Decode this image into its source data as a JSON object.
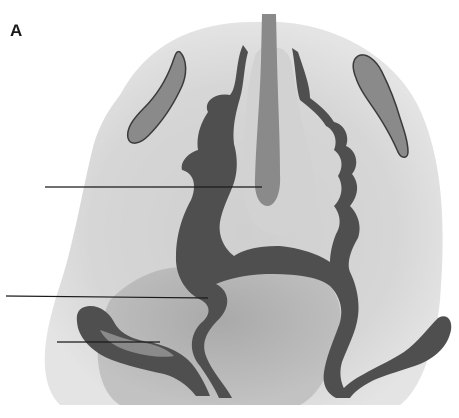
{
  "figure": {
    "panel_label": "A",
    "colors": {
      "background": "#ffffff",
      "halo": "#d4d4d4",
      "dark_tissue": "#505050",
      "mid_tissue": "#8c8c8c",
      "light_fill": "#b7b7b7",
      "leader_line": "#1a1a1a"
    },
    "leader_lines": [
      {
        "name": "upper-leader-line"
      },
      {
        "name": "middle-leader-line"
      },
      {
        "name": "lower-leader-line"
      }
    ]
  }
}
